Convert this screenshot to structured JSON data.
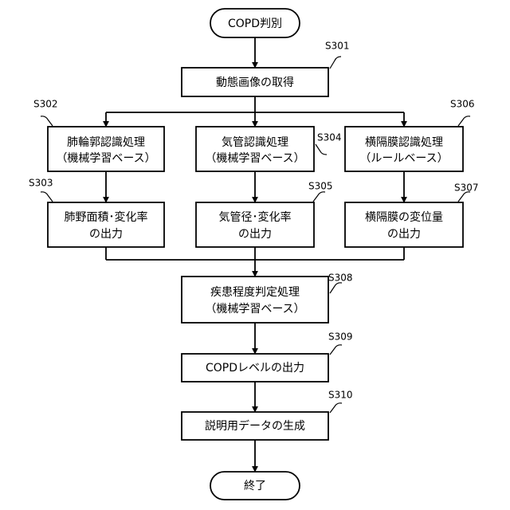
{
  "nodes": {
    "start": {
      "lines": [
        "COPD判別"
      ],
      "shape": "terminal"
    },
    "acquire": {
      "lines": [
        "動態画像の取得"
      ],
      "step": "S301"
    },
    "lung_recog": {
      "lines": [
        "肺輪郭認識処理",
        "（機械学習ベース）"
      ],
      "step": "S302"
    },
    "lung_output": {
      "lines": [
        "肺野面積･変化率",
        "の出力"
      ],
      "step": "S303"
    },
    "trachea_recog": {
      "lines": [
        "気管認識処理",
        "（機械学習ベース）"
      ],
      "step": "S304"
    },
    "trachea_output": {
      "lines": [
        "気管径･変化率",
        "の出力"
      ],
      "step": "S305"
    },
    "diaphragm_recog": {
      "lines": [
        "横隔膜認識処理",
        "（ルールベース）"
      ],
      "step": "S306"
    },
    "diaphragm_output": {
      "lines": [
        "横隔膜の変位量",
        "の出力"
      ],
      "step": "S307"
    },
    "severity": {
      "lines": [
        "疾患程度判定処理",
        "（機械学習ベース）"
      ],
      "step": "S308"
    },
    "copd_level": {
      "lines": [
        "COPDレベルの出力"
      ],
      "step": "S309"
    },
    "explanation": {
      "lines": [
        "説明用データの生成"
      ],
      "step": "S310"
    },
    "end": {
      "lines": [
        "終了"
      ],
      "shape": "terminal"
    }
  },
  "edges": [
    [
      "start",
      "acquire"
    ],
    [
      "acquire",
      "lung_recog"
    ],
    [
      "acquire",
      "trachea_recog"
    ],
    [
      "acquire",
      "diaphragm_recog"
    ],
    [
      "lung_recog",
      "lung_output"
    ],
    [
      "trachea_recog",
      "trachea_output"
    ],
    [
      "diaphragm_recog",
      "diaphragm_output"
    ],
    [
      "lung_output",
      "severity"
    ],
    [
      "trachea_output",
      "severity"
    ],
    [
      "diaphragm_output",
      "severity"
    ],
    [
      "severity",
      "copd_level"
    ],
    [
      "copd_level",
      "explanation"
    ],
    [
      "explanation",
      "end"
    ]
  ],
  "colors": {
    "stroke": "#000000",
    "fill": "#ffffff",
    "text": "#000000"
  }
}
